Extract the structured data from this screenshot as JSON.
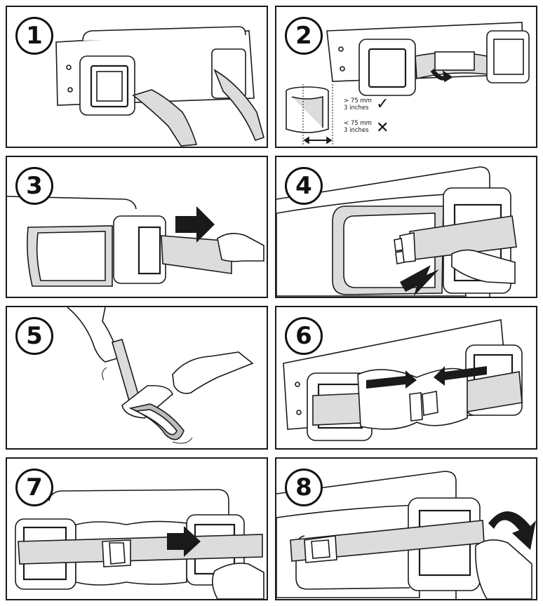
{
  "steps": [
    {
      "number": "1"
    },
    {
      "number": "2",
      "notes": [
        {
          "line1": "> 75 mm",
          "line2": "3 inches",
          "mark": "✓",
          "mark_icon": "check-icon"
        },
        {
          "line1": "< 75 mm",
          "line2": "3 inches",
          "mark": "✕",
          "mark_icon": "cross-icon"
        }
      ]
    },
    {
      "number": "3"
    },
    {
      "number": "4"
    },
    {
      "number": "5"
    },
    {
      "number": "6"
    },
    {
      "number": "7"
    },
    {
      "number": "8"
    }
  ],
  "colors": {
    "line": "#1a1a1a",
    "strap": "#dcdcdc",
    "shade": "#bdbdbd",
    "bg": "#ffffff"
  }
}
